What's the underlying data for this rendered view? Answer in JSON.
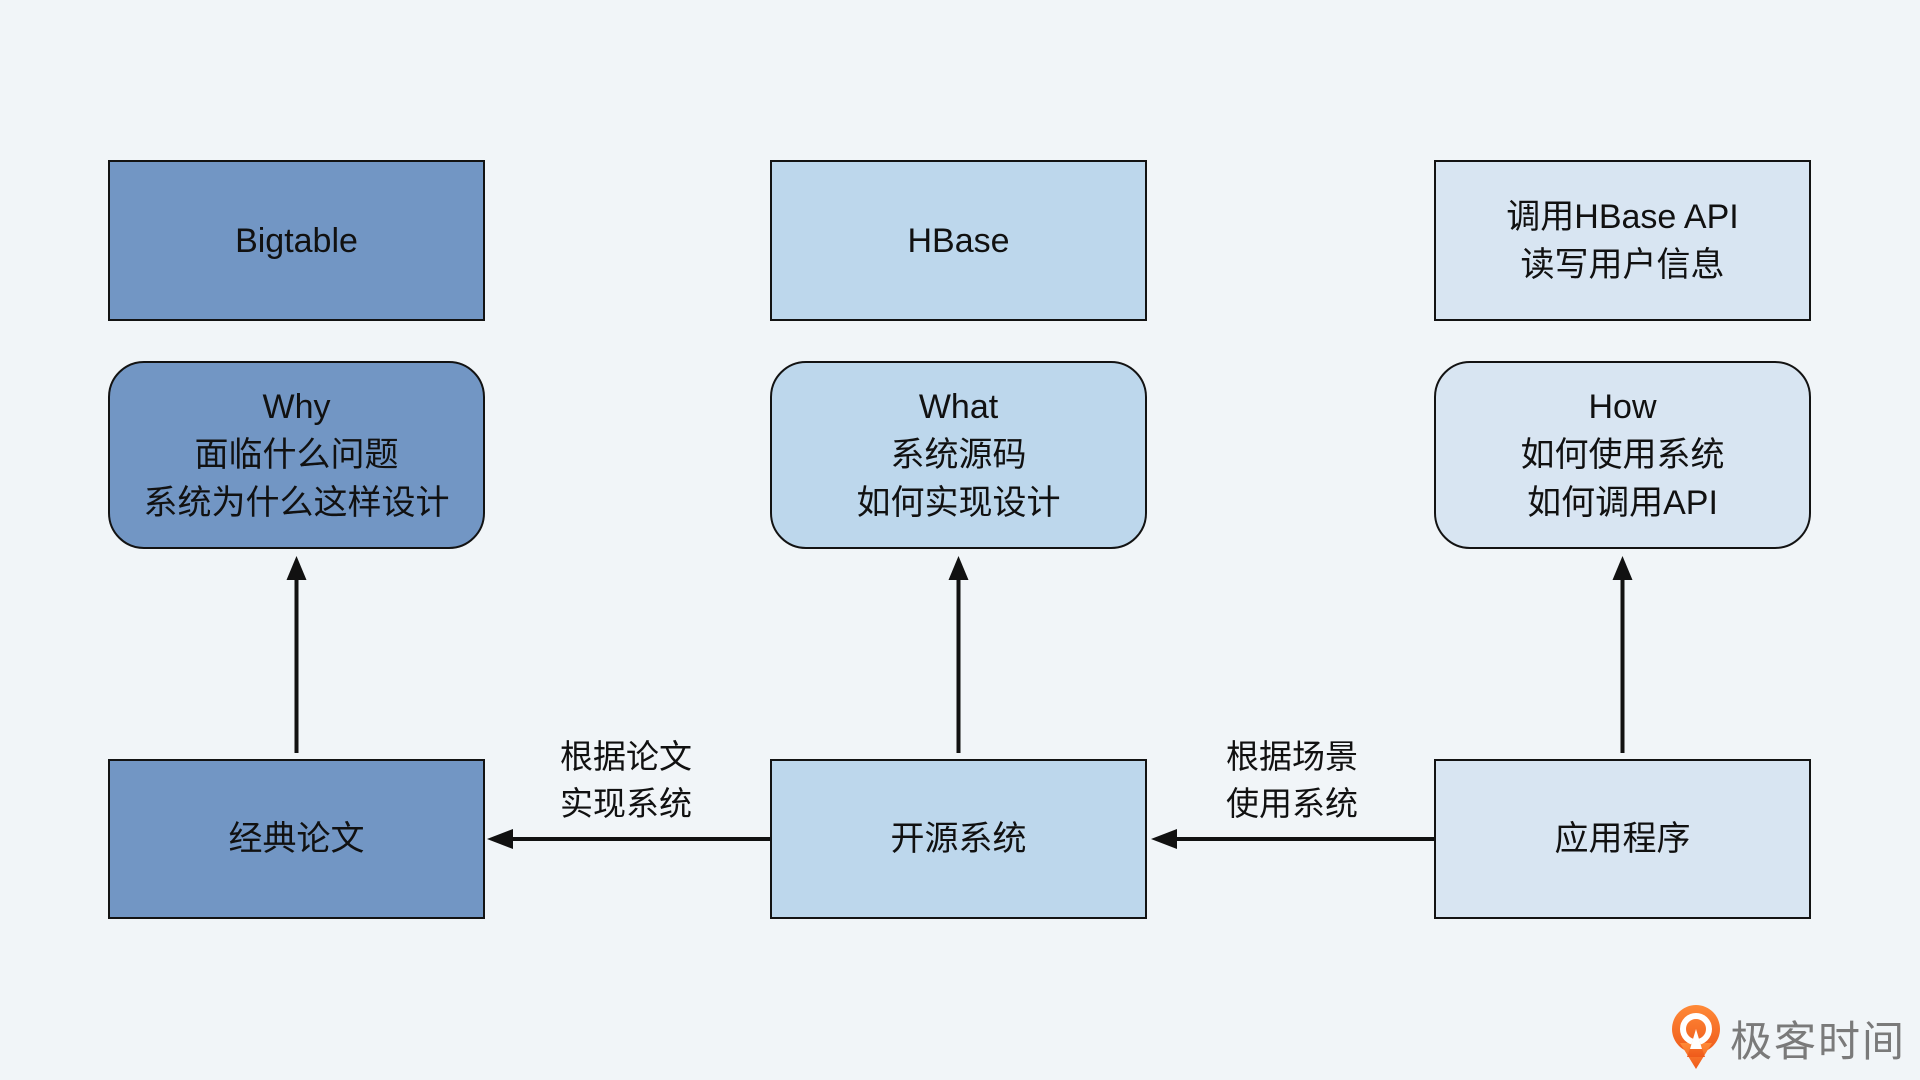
{
  "colors": {
    "background": "#f1f5f8",
    "column1_fill": "#7296c4",
    "column2_fill": "#bdd7ec",
    "column3_fill": "#d8e5f2",
    "border": "#131313",
    "arrow": "#111111",
    "logo_orange": "#f3691e",
    "logo_text_gray": "#7a7a7a"
  },
  "diagram": {
    "col1": {
      "top": {
        "label": "Bigtable"
      },
      "mid": {
        "lines": [
          "Why",
          "面临什么问题",
          "系统为什么这样设计"
        ]
      },
      "bottom": {
        "label": "经典论文"
      }
    },
    "col2": {
      "top": {
        "label": "HBase"
      },
      "mid": {
        "lines": [
          "What",
          "系统源码",
          "如何实现设计"
        ]
      },
      "bottom": {
        "label": "开源系统"
      }
    },
    "col3": {
      "top": {
        "lines": [
          "调用HBase API",
          "读写用户信息"
        ]
      },
      "mid": {
        "lines": [
          "How",
          "如何使用系统",
          "如何调用API"
        ]
      },
      "bottom": {
        "label": "应用程序"
      }
    },
    "edge_labels": {
      "paper_to_system": {
        "lines": [
          "根据论文",
          "实现系统"
        ]
      },
      "scene_to_system": {
        "lines": [
          "根据场景",
          "使用系统"
        ]
      }
    }
  },
  "logo": {
    "text": "极客时间",
    "icon": "geektime-pin-icon"
  }
}
